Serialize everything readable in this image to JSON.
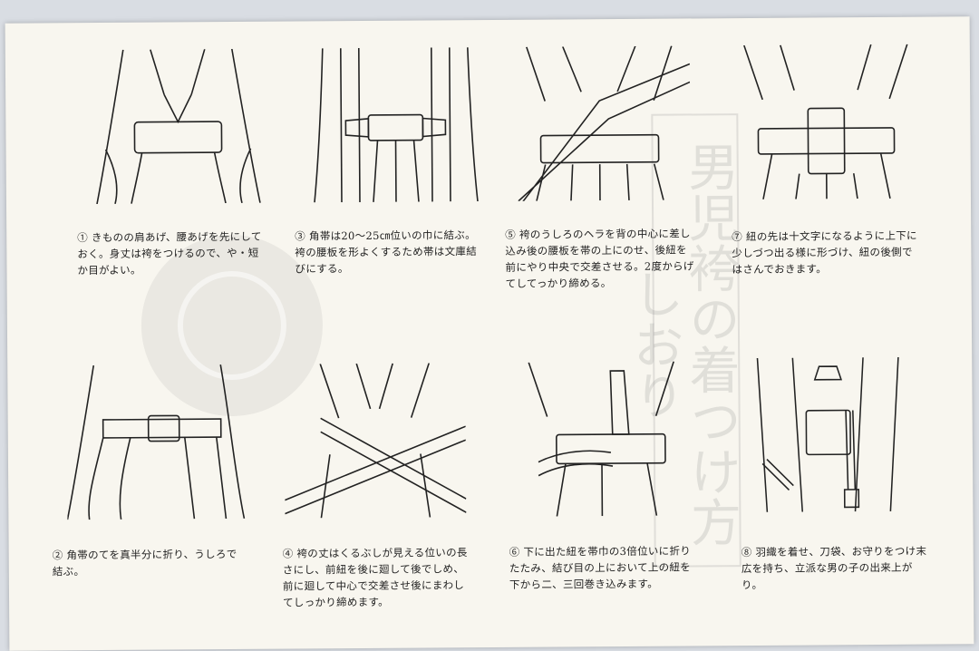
{
  "captions": [
    "① きものの肩あげ、腰あげを先にしておく。身丈は袴をつけるので、や・短か目がよい。",
    "② 角帯のてを真半分に折り、うしろで結ぶ。",
    "③ 角帯は20～25㎝位いの巾に結ぶ。袴の腰板を形よくするため帯は文庫結びにする。",
    "④ 袴の丈はくるぶしが見える位いの長さにし、前紐を後に廻して後でしめ、前に廻して中心で交差させ後にまわしてしっかり締めます。",
    "⑤ 袴のうしろのヘラを背の中心に差し込み後の腰板を帯の上にのせ、後紐を前にやり中央で交差させる。2度からげてしてっかり締める。",
    "⑥ 下に出た紐を帯巾の3倍位いに折りたたみ、結び目の上において上の紐を下から二、三回巻き込みます。",
    "⑦ 紐の先は十文字になるように上下に少しづつ出る様に形づけ、紐の後側ではさんでおきます。",
    "⑧ 羽織を着せ、刀袋、お守りをつけ末広を持ち、立派な男の子の出来上がり。"
  ],
  "watermark": "男児袴の着つけ方しおり"
}
